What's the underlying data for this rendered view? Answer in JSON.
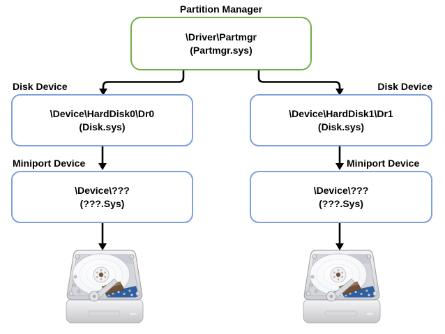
{
  "diagram": {
    "partition_manager": {
      "label": "Partition Manager",
      "line1": "\\Driver\\Partmgr",
      "line2": "(Partmgr.sys)"
    },
    "disk_devices": [
      {
        "label": "Disk Device",
        "line1": "\\Device\\HardDisk0\\Dr0",
        "line2": "(Disk.sys)"
      },
      {
        "label": "Disk Device",
        "line1": "\\Device\\HardDisk1\\Dr1",
        "line2": "(Disk.sys)"
      }
    ],
    "miniport_devices": [
      {
        "label": "Miniport Device",
        "line1": "\\Device\\???",
        "line2": "(???.Sys)"
      },
      {
        "label": "Miniport Device",
        "line1": "\\Device\\???",
        "line2": "(???.Sys)"
      }
    ],
    "icons": {
      "left": "hard-disk-drive-icon",
      "right": "hard-disk-drive-icon"
    },
    "colors": {
      "partition_box_border": "#70AD47",
      "device_box_border": "#7E9FE0",
      "arrow": "#000000"
    }
  }
}
